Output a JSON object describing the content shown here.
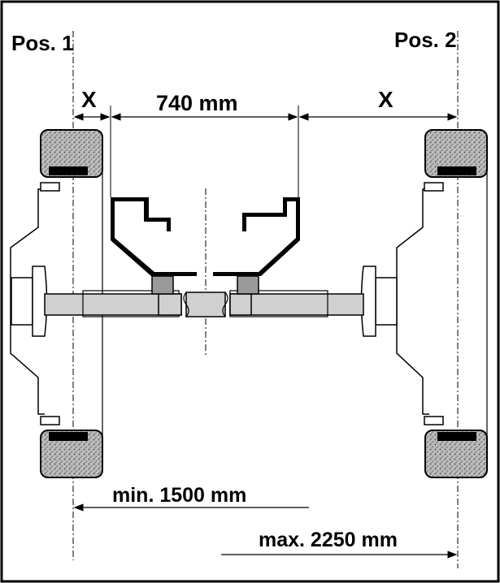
{
  "labels": {
    "pos1": "Pos. 1",
    "pos2": "Pos. 2",
    "x_left": "X",
    "x_right": "X",
    "center_width": "740 mm",
    "min_width": "min. 1500 mm",
    "max_width": "max. 2250 mm"
  },
  "colors": {
    "line": "#000000",
    "tire": "#b8b8b8",
    "axle": "#d0d0d0",
    "pad": "#9a9a9a",
    "background": "#ffffff"
  }
}
